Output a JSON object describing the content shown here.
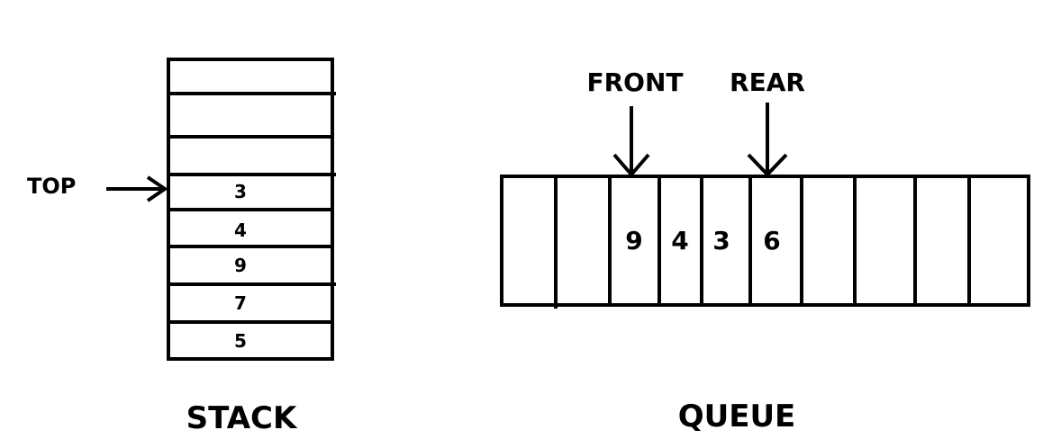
{
  "stack": {
    "pointer_label": "TOP",
    "caption": "STACK",
    "cells": [
      "",
      "",
      "",
      "3",
      "4",
      "9",
      "7",
      "5"
    ]
  },
  "queue": {
    "front_label": "FRONT",
    "rear_label": "REAR",
    "caption": "QUEUE",
    "cells": [
      "",
      "",
      "9",
      "4",
      "3",
      "6",
      "",
      "",
      "",
      ""
    ]
  },
  "colors": {
    "ink": "#000000",
    "background": "#ffffff"
  }
}
